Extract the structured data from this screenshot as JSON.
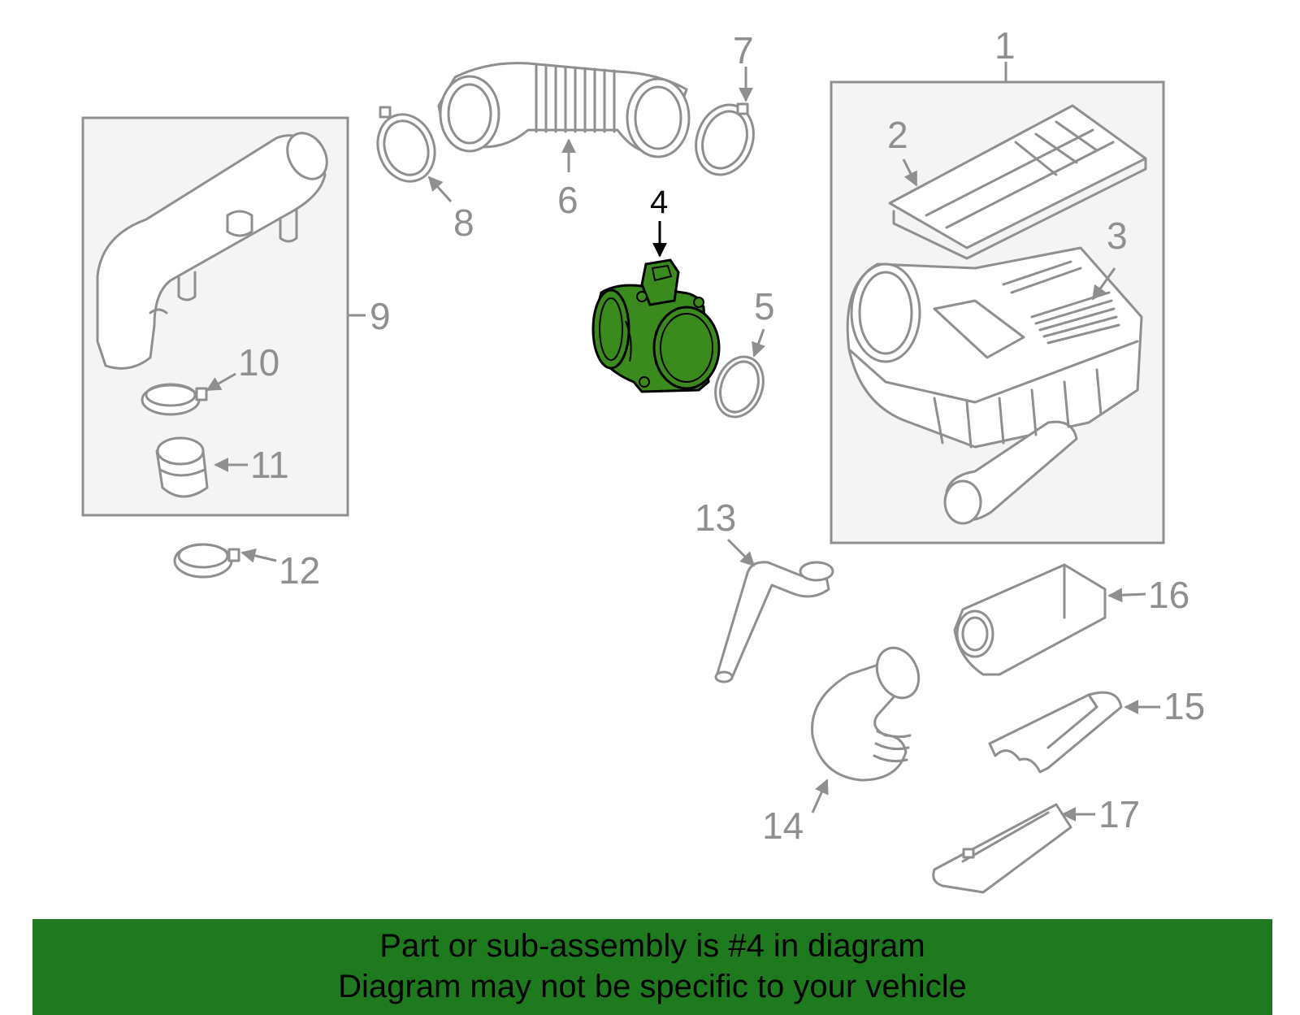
{
  "callouts": [
    "1",
    "2",
    "3",
    "4",
    "5",
    "6",
    "7",
    "8",
    "9",
    "10",
    "11",
    "12",
    "13",
    "14",
    "15",
    "16",
    "17"
  ],
  "highlighted_part": "4",
  "colors": {
    "highlight": "#3a8a1e",
    "banner": "#1f7a1f",
    "line": "#8f8f8f"
  },
  "banner": {
    "line1": "Part or sub-assembly is #4 in diagram",
    "line2": "Diagram may not be specific to your vehicle"
  }
}
